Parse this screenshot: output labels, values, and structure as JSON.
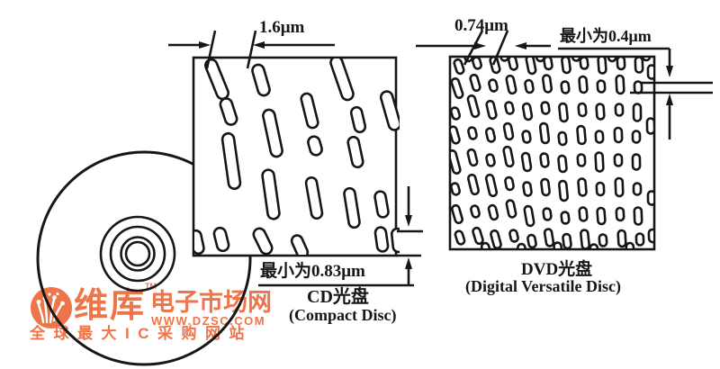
{
  "art": {
    "ink_color": "#161616",
    "paper_color": "#ffffff"
  },
  "cd": {
    "track_pitch_label": "1.6μm",
    "min_pit_label": "最小为0.83μm",
    "title": "CD光盘",
    "subtitle": "(Compact Disc)",
    "pits": [
      [
        241,
        88,
        46,
        13,
        -22
      ],
      [
        254,
        124,
        30,
        13,
        -18
      ],
      [
        257,
        179,
        62,
        13,
        -8
      ],
      [
        246,
        266,
        26,
        13,
        -14
      ],
      [
        290,
        89,
        35,
        13,
        -16
      ],
      [
        303,
        148,
        53,
        13,
        -12
      ],
      [
        301,
        216,
        55,
        13,
        -8
      ],
      [
        292,
        268,
        30,
        13,
        -26
      ],
      [
        344,
        123,
        39,
        12,
        -14
      ],
      [
        350,
        162,
        21,
        13,
        -16
      ],
      [
        349,
        220,
        46,
        12,
        -10
      ],
      [
        333,
        274,
        26,
        12,
        -24
      ],
      [
        380,
        87,
        50,
        13,
        -19
      ],
      [
        398,
        133,
        28,
        12,
        -13
      ],
      [
        395,
        169,
        34,
        12,
        -12
      ],
      [
        391,
        231,
        44,
        12,
        -9
      ],
      [
        434,
        123,
        44,
        13,
        -16
      ],
      [
        424,
        227,
        29,
        12,
        -10
      ],
      [
        424,
        266,
        27,
        12,
        -8
      ],
      [
        442,
        267,
        26,
        12,
        -6
      ],
      [
        219,
        269,
        26,
        12,
        -12
      ]
    ]
  },
  "dvd": {
    "track_pitch_label": "0.74μm",
    "min_pit_label": "最小为0.4μm",
    "title": "DVD光盘",
    "subtitle": "(Digital Versatile Disc)",
    "pits": [
      [
        510,
        74,
        16,
        8,
        -18
      ],
      [
        508,
        98,
        22,
        8,
        -18
      ],
      [
        506,
        126,
        13,
        8,
        -17
      ],
      [
        505,
        150,
        19,
        8,
        -16
      ],
      [
        505,
        180,
        26,
        8,
        -15
      ],
      [
        506,
        210,
        13,
        8,
        -15
      ],
      [
        508,
        238,
        20,
        8,
        -16
      ],
      [
        511,
        264,
        15,
        8,
        -18
      ],
      [
        530,
        70,
        13,
        8,
        -16
      ],
      [
        528,
        92,
        18,
        8,
        -16
      ],
      [
        526,
        118,
        24,
        8,
        -15
      ],
      [
        525,
        148,
        13,
        8,
        -14
      ],
      [
        525,
        175,
        18,
        8,
        -14
      ],
      [
        526,
        205,
        22,
        8,
        -14
      ],
      [
        528,
        235,
        13,
        8,
        -15
      ],
      [
        531,
        262,
        18,
        8,
        -17
      ],
      [
        550,
        72,
        18,
        8,
        -15
      ],
      [
        548,
        95,
        13,
        8,
        -14
      ],
      [
        546,
        122,
        20,
        8,
        -13
      ],
      [
        545,
        150,
        15,
        8,
        -13
      ],
      [
        545,
        178,
        13,
        8,
        -12
      ],
      [
        546,
        206,
        24,
        8,
        -13
      ],
      [
        548,
        236,
        16,
        8,
        -14
      ],
      [
        551,
        266,
        20,
        8,
        -15
      ],
      [
        570,
        70,
        15,
        8,
        -13
      ],
      [
        568,
        94,
        20,
        8,
        -12
      ],
      [
        566,
        120,
        13,
        8,
        -12
      ],
      [
        565,
        146,
        18,
        8,
        -11
      ],
      [
        565,
        174,
        22,
        8,
        -11
      ],
      [
        566,
        204,
        14,
        8,
        -11
      ],
      [
        568,
        232,
        19,
        8,
        -12
      ],
      [
        571,
        262,
        13,
        8,
        -13
      ],
      [
        590,
        72,
        20,
        8,
        -11
      ],
      [
        588,
        96,
        14,
        8,
        -10
      ],
      [
        586,
        124,
        18,
        8,
        -10
      ],
      [
        585,
        152,
        13,
        8,
        -9
      ],
      [
        585,
        180,
        20,
        8,
        -9
      ],
      [
        586,
        210,
        15,
        8,
        -9
      ],
      [
        588,
        240,
        22,
        8,
        -10
      ],
      [
        591,
        268,
        14,
        8,
        -11
      ],
      [
        609,
        70,
        14,
        8,
        -9
      ],
      [
        608,
        93,
        19,
        8,
        -8
      ],
      [
        606,
        120,
        13,
        8,
        -8
      ],
      [
        605,
        148,
        22,
        8,
        -7
      ],
      [
        605,
        178,
        15,
        8,
        -7
      ],
      [
        606,
        208,
        18,
        8,
        -7
      ],
      [
        608,
        238,
        13,
        8,
        -8
      ],
      [
        610,
        264,
        19,
        8,
        -9
      ],
      [
        629,
        72,
        18,
        8,
        -7
      ],
      [
        628,
        97,
        13,
        8,
        -7
      ],
      [
        626,
        125,
        20,
        8,
        -6
      ],
      [
        625,
        154,
        14,
        8,
        -6
      ],
      [
        625,
        182,
        18,
        8,
        -6
      ],
      [
        626,
        212,
        22,
        8,
        -6
      ],
      [
        628,
        242,
        13,
        8,
        -7
      ],
      [
        630,
        268,
        16,
        8,
        -7
      ],
      [
        649,
        70,
        13,
        8,
        -6
      ],
      [
        648,
        94,
        18,
        8,
        -5
      ],
      [
        647,
        122,
        14,
        8,
        -5
      ],
      [
        646,
        150,
        20,
        8,
        -5
      ],
      [
        646,
        178,
        13,
        8,
        -4
      ],
      [
        647,
        208,
        19,
        8,
        -5
      ],
      [
        648,
        238,
        15,
        8,
        -5
      ],
      [
        650,
        266,
        21,
        8,
        -6
      ],
      [
        669,
        72,
        19,
        8,
        -4
      ],
      [
        668,
        96,
        13,
        8,
        -4
      ],
      [
        667,
        124,
        17,
        8,
        -4
      ],
      [
        666,
        152,
        13,
        8,
        -3
      ],
      [
        666,
        180,
        21,
        8,
        -3
      ],
      [
        667,
        210,
        14,
        8,
        -3
      ],
      [
        668,
        240,
        18,
        8,
        -4
      ],
      [
        670,
        267,
        13,
        8,
        -4
      ],
      [
        690,
        70,
        14,
        8,
        -3
      ],
      [
        689,
        94,
        20,
        8,
        -3
      ],
      [
        688,
        122,
        13,
        8,
        -2
      ],
      [
        687,
        150,
        16,
        8,
        -2
      ],
      [
        687,
        178,
        13,
        8,
        -2
      ],
      [
        688,
        208,
        20,
        8,
        -2
      ],
      [
        689,
        238,
        14,
        8,
        -3
      ],
      [
        691,
        265,
        18,
        8,
        -3
      ],
      [
        710,
        72,
        17,
        8,
        -2
      ],
      [
        709,
        97,
        13,
        8,
        -2
      ],
      [
        708,
        125,
        19,
        8,
        -1
      ],
      [
        707,
        152,
        13,
        8,
        -1
      ],
      [
        707,
        180,
        17,
        8,
        -1
      ],
      [
        708,
        210,
        13,
        8,
        -1
      ],
      [
        709,
        240,
        19,
        8,
        -2
      ],
      [
        711,
        266,
        13,
        8,
        -2
      ],
      [
        724,
        80,
        15,
        8,
        -1
      ],
      [
        723,
        140,
        17,
        8,
        -1
      ],
      [
        724,
        220,
        15,
        8,
        -1
      ],
      [
        725,
        262,
        14,
        8,
        -2
      ],
      [
        520,
        62,
        12,
        8,
        -18
      ],
      [
        560,
        61,
        13,
        8,
        -14
      ],
      [
        600,
        62,
        12,
        8,
        -10
      ],
      [
        640,
        61,
        13,
        8,
        -6
      ],
      [
        680,
        62,
        12,
        8,
        -4
      ],
      [
        718,
        61,
        12,
        8,
        -2
      ],
      [
        540,
        277,
        14,
        8,
        -16
      ],
      [
        580,
        278,
        14,
        8,
        -12
      ],
      [
        620,
        277,
        15,
        8,
        -8
      ],
      [
        660,
        278,
        13,
        8,
        -5
      ],
      [
        700,
        277,
        14,
        8,
        -3
      ]
    ]
  },
  "watermark": {
    "brand": "维库",
    "brand_suffix": "电子市场网",
    "tm": "TM",
    "url": "WWW.DZSC.COM",
    "tagline": "全球最大IC采购网站",
    "color": "#ED7549"
  }
}
